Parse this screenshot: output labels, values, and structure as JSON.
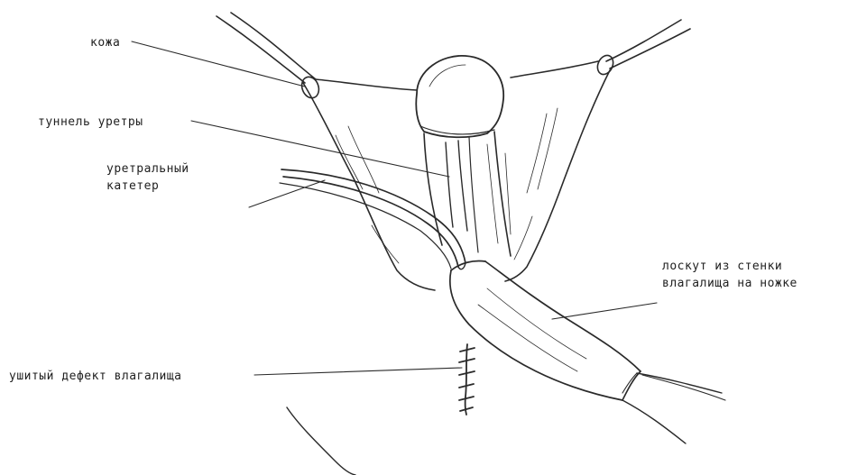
{
  "labels": {
    "skin": "кожа",
    "urethral_tunnel": "туннель уретры",
    "urethral_catheter": [
      "уретральный",
      "катетер"
    ],
    "vaginal_flap": [
      "лоскут из стенки",
      "влагалища на ножке"
    ],
    "sutured_defect": "ушитый дефект влагалища"
  },
  "colors": {
    "line": "#2a2a2a",
    "text": "#1f1f1f",
    "background": "#ffffff"
  }
}
